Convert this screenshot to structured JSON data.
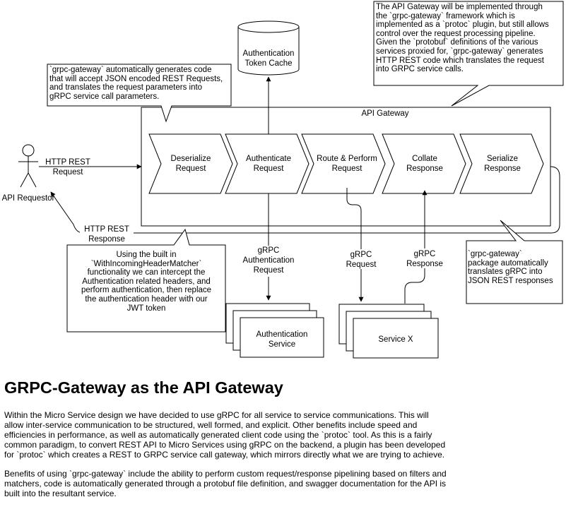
{
  "diagram": {
    "gateway_label": "API Gateway",
    "actor_label": "API Requestor",
    "cache_label": [
      "Authentication",
      "Token Cache"
    ],
    "stages": [
      [
        "Deserialize",
        "Request"
      ],
      [
        "Authenticate",
        "Request"
      ],
      [
        "Route & Perform",
        "Request"
      ],
      [
        "Collate",
        "Response"
      ],
      [
        "Serialize",
        "Response"
      ]
    ],
    "http_request_label": [
      "HTTP REST",
      "Request"
    ],
    "http_response_label": [
      "HTTP REST",
      "Response"
    ],
    "grpc_auth_label": [
      "gRPC",
      "Authentication",
      "Request"
    ],
    "grpc_request_label": [
      "gRPC",
      "Request"
    ],
    "grpc_response_label": [
      "gRPC",
      "Response"
    ],
    "auth_service_label": [
      "Authentication",
      "Service"
    ],
    "service_x_label": "Service X"
  },
  "notes": {
    "top_left": [
      "`grpc-gateway` automatically generates code",
      "that will accept JSON encoded REST Requests,",
      "and translates the request parameters into",
      "gRPC service call parameters."
    ],
    "top_right": [
      "The API Gateway will be implemented through",
      "the `grpc-gateway` framework which is",
      "implemented as a `protoc` plugin, but still allows",
      "control over the request processing pipeline.",
      "Given the `protobuf` definitions of the various",
      "services proxied for, `grpc-gateway` generates",
      "HTTP REST code which translates the request",
      "into GRPC service calls."
    ],
    "bottom_left": [
      "Using the built in",
      "`WithIncomingHeaderMatcher`",
      "functionality we can intercept the",
      "Authentication related headers, and",
      "perform authentication, then replace",
      "the authentication header with our",
      "JWT token"
    ],
    "bottom_right": [
      "`grpc-gateway`",
      "package automatically",
      "translates gRPC into",
      "JSON REST responses"
    ]
  },
  "heading": "GRPC-Gateway as the API Gateway",
  "paragraph1": [
    "Within the Micro Service design we have decided to use gRPC for all service to service communications.  This will",
    "allow inter-service communication to be structured, well formed, and explicit.  Other benefits include speed and",
    "efficiencies in performance, as well as automatically generated client code using the `protoc` tool.  As this is a fairly",
    "common paradigm, to convert REST API to Micro Services using gRPC on the backend, a plugin has been developed",
    "for `protoc` which creates a REST to GRPC service call gateway, which mirrors directly what we are trying to achieve."
  ],
  "paragraph2": [
    "Benefits of using `grpc-gateway` include the ability to perform custom request/response pipelining based on filters and",
    "matchers, code is automatically generated through a protobuf file definition, and swagger documentation for the API is",
    "built into the resultant service."
  ]
}
